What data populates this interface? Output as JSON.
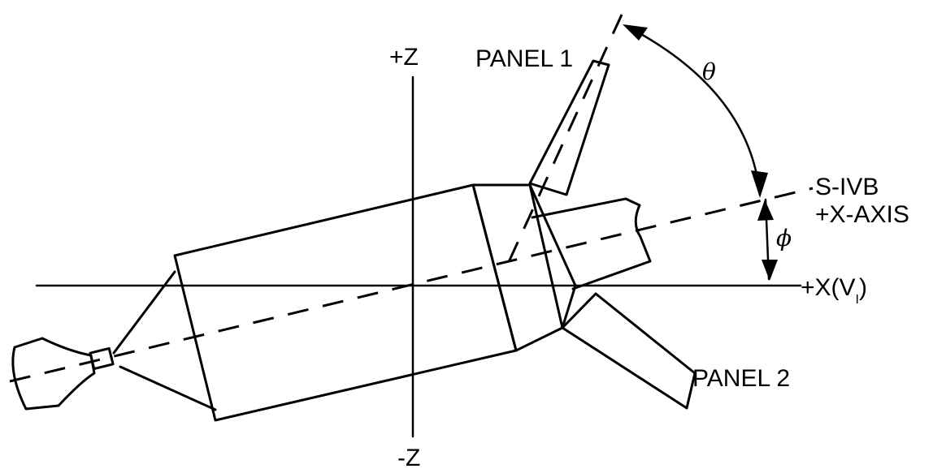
{
  "labels": {
    "plus_z": "+Z",
    "minus_z": "-Z",
    "panel_1": "PANEL 1",
    "panel_2": "PANEL 2",
    "theta": "θ",
    "phi": "ϕ",
    "sivb_line1": "S-IVB",
    "sivb_line2": "+X-AXIS",
    "plus_x": "+X(V",
    "plus_x_sub": "I",
    "plus_x_close": ")"
  }
}
